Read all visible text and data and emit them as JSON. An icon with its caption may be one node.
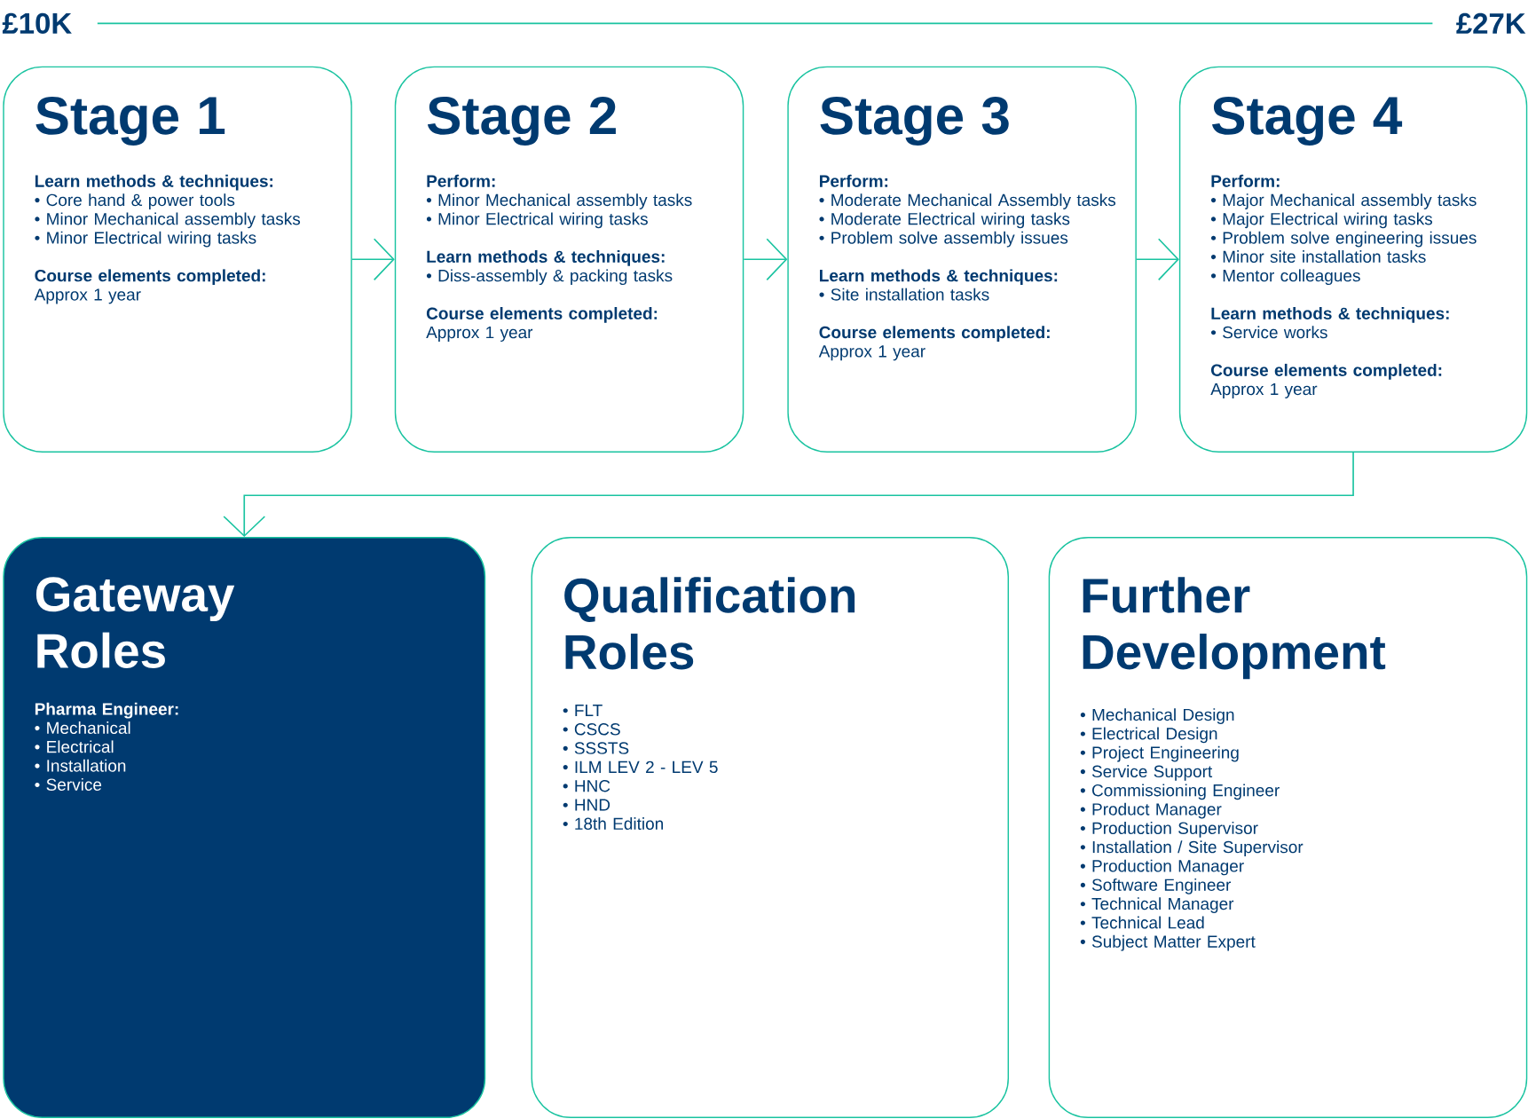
{
  "diagram": {
    "nodes": [
      {
        "text": [
          "Stage 1",
          "Learn methods & techniques:",
          "• Core hand & power tools",
          "• Minor Mechanical assembly tasks",
          "• Minor Electrical wiring tasks",
          "Course elements completed:",
          "Approx 1 year"
        ]
      },
      {
        "text": [
          "Stage 2",
          "Perform:",
          "• Minor Mechanical assembly tasks",
          "• Minor Electrical wiring tasks",
          "Learn methods & techniques:",
          "• Diss-assembly & packing tasks",
          "Course elements completed:",
          "Approx 1 year"
        ]
      },
      {
        "text": [
          "Stage 3",
          "Perform:",
          "• Moderate Mechanical Assembly tasks",
          "• Moderate Electrical wiring tasks",
          "• Problem solve assembly issues",
          "Learn methods & techniques:",
          "• Site installation tasks",
          "Course elements completed:",
          "Approx 1 year"
        ]
      },
      {
        "text": [
          "Stage 4",
          "Perform:",
          "• Major Mechanical assembly tasks",
          "• Major Electrical wiring tasks",
          "• Problem solve engineering issues",
          "• Minor site installation tasks",
          "• Mentor colleagues",
          "Learn methods & techniques:",
          "• Service works",
          "Course elements completed:",
          "Approx 1 year"
        ]
      },
      {
        "text": [
          "Gateway Roles",
          "Pharma Engineer:",
          "• Mechanical",
          "• Electrical",
          "• Installation",
          "• Service"
        ]
      },
      {
        "text": [
          "Qualification Roles",
          "• FLT",
          "• CSCS",
          "• SSSTS",
          "• ILM LEV 2 - LEV 5",
          "• HNC",
          "• HND",
          "• 18th Edition"
        ]
      },
      {
        "text": [
          "Further Development",
          "• Mechanical Design",
          "• Electrical Design",
          "• Project Engineering",
          "• Service Support",
          "• Commissioning Engineer",
          "• Product Manager",
          "• Production Supervisor",
          "• Installation / Site Supervisor",
          "• Production Manager",
          "• Software Engineer",
          "• Technical Manager",
          "• Technical Lead",
          "• Subject Matter Expert"
        ]
      }
    ],
    "edges": [
      {
        "from": 0,
        "to": 1,
        "arrow": "to"
      },
      {
        "from": 1,
        "to": 2,
        "arrow": "to"
      },
      {
        "from": 2,
        "to": 3,
        "arrow": "to"
      },
      {
        "from": 3,
        "to": 4,
        "arrow": "to"
      }
    ],
    "labels": [
      "£10K",
      "£27K"
    ]
  }
}
